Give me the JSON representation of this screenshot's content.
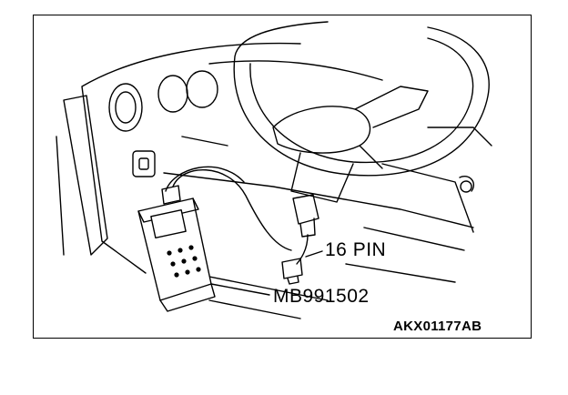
{
  "figure": {
    "connector_label": "16 PIN",
    "tool_label": "MB991502",
    "figure_code": "AKX01177AB"
  },
  "colors": {
    "ink": "#000000",
    "paper": "#ffffff"
  }
}
